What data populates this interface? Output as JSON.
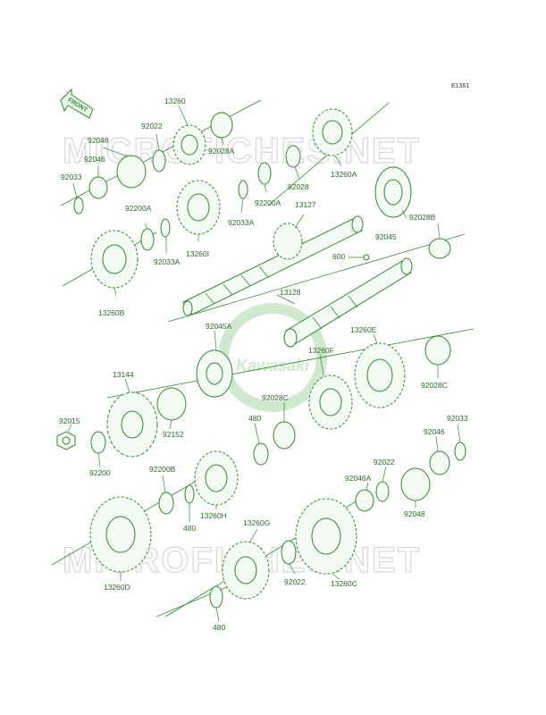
{
  "diagram_code": "E1361",
  "front_label": "FRONT",
  "watermark": "MICROFICHES.NET",
  "center_logo_text": "Kawasaki",
  "colors": {
    "line": "#2c8a2c",
    "label": "#2a6a2a",
    "watermark": "#d7d7d7"
  },
  "parts": {
    "p13260": "13260",
    "p92022_a": "92022",
    "p92048_a": "92048",
    "p92046_a": "92046",
    "p92033_a": "92033",
    "p92028A": "92028A",
    "p92028": "92028",
    "p13260A": "13260A",
    "p92200A_a": "92200A",
    "p92200A_b": "92200A",
    "p92033A_a": "92033A",
    "p92033A_b": "92033A",
    "p13260I": "13260I",
    "p13127": "13127",
    "p92028B": "92028B",
    "p92045": "92045",
    "p13260B": "13260B",
    "p600": "600",
    "p13128": "13128",
    "p92045A": "92045A",
    "p13260E": "13260E",
    "p13260F": "13260F",
    "p92028C_a": "92028C",
    "p92028C_b": "92028C",
    "p13144": "13144",
    "p480_a": "480",
    "p92152": "92152",
    "p92015": "92015",
    "p92200": "92200",
    "p92200B": "92200B",
    "p13260H": "13260H",
    "p480_b": "480",
    "p92033_b": "92033",
    "p92046_b": "92046",
    "p92022_b": "92022",
    "p92046A": "92046A",
    "p92048_b": "92048",
    "p13260G": "13260G",
    "p13260D": "13260D",
    "p92022_c": "92022",
    "p13260C": "13260C",
    "p480_c": "480"
  }
}
